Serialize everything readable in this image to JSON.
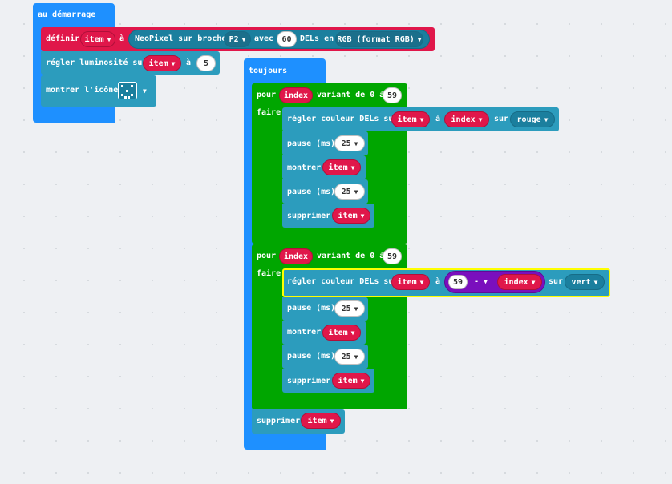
{
  "on_start": {
    "header": "au démarrage",
    "set_strip": {
      "prefix": "définir",
      "var": "item",
      "to": "à",
      "neopixel": "NeoPixel sur broche",
      "pin": "P2",
      "with": "avec",
      "count": "60",
      "leds_in": "DELs en",
      "format": "RGB (format RGB)"
    },
    "brightness": {
      "label": "régler luminosité sur",
      "var": "item",
      "to": "à",
      "value": "5"
    },
    "show_icon": {
      "label": "montrer l'icône"
    }
  },
  "forever": {
    "header": "toujours",
    "loop1": {
      "for": "pour",
      "var": "index",
      "range": "variant de 0 à",
      "max": "59",
      "do": "faire",
      "set_pixel": {
        "label": "régler couleur DELs sur",
        "strip": "item",
        "to": "à",
        "index": "index",
        "on": "sur",
        "color": "rouge"
      },
      "pause1": {
        "label": "pause (ms)",
        "value": "25"
      },
      "show": {
        "label": "montrer",
        "var": "item"
      },
      "pause2": {
        "label": "pause (ms)",
        "value": "25"
      },
      "clear": {
        "label": "supprimer",
        "var": "item"
      }
    },
    "loop2": {
      "for": "pour",
      "var": "index",
      "range": "variant de 0 à",
      "max": "59",
      "do": "faire",
      "set_pixel": {
        "label": "régler couleur DELs sur",
        "strip": "item",
        "to": "à",
        "left": "59",
        "op": "-",
        "right": "index",
        "on": "sur",
        "color": "vert"
      },
      "pause1": {
        "label": "pause (ms)",
        "value": "25"
      },
      "show": {
        "label": "montrer",
        "var": "item"
      },
      "pause2": {
        "label": "pause (ms)",
        "value": "25"
      },
      "clear": {
        "label": "supprimer",
        "var": "item"
      }
    },
    "final_clear": {
      "label": "supprimer",
      "var": "item"
    }
  },
  "colors": {
    "event": "#1e90ff",
    "variable": "#e0174a",
    "neopixel": "#2c9cbd",
    "loop": "#00a600",
    "math": "#8b1ad1",
    "selection": "#ffff00"
  }
}
